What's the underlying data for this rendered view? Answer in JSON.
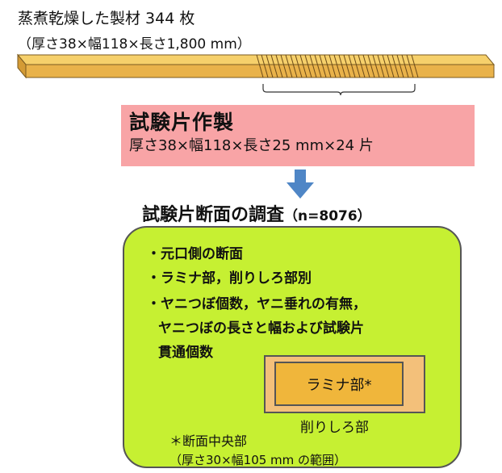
{
  "header": {
    "line1": "蒸煮乾燥した製材 344 枚",
    "line2": "（厚さ38×幅118×長さ1,800 mm）"
  },
  "specimen": {
    "title": "試験片作製",
    "detail": "厚さ38×幅118×長さ25 mm×24 片"
  },
  "survey": {
    "title": "試験片断面の調査",
    "n": "（n=8076）",
    "items": [
      "・元口側の断面",
      "・ラミナ部，削りしろ部別",
      "・ヤニつぼ個数，ヤニ垂れの有無，",
      "ヤニつぼの長さと幅および試験片",
      "貫通個数"
    ]
  },
  "cross_section": {
    "lamina_label": "ラミナ部*",
    "shave_label": "削りしろ部",
    "note_line1": "＊断面中央部",
    "note_line2": "（厚さ30×幅105 mm の範囲）"
  },
  "colors": {
    "lumber_top": "#f6d06b",
    "lumber_front": "#e9b24a",
    "specimen_box": "#f8a4a6",
    "survey_box": "#c6f032",
    "arrow": "#4f86c6",
    "shave_zone": "#f3c07a",
    "lamina_zone": "#f0b63b"
  }
}
